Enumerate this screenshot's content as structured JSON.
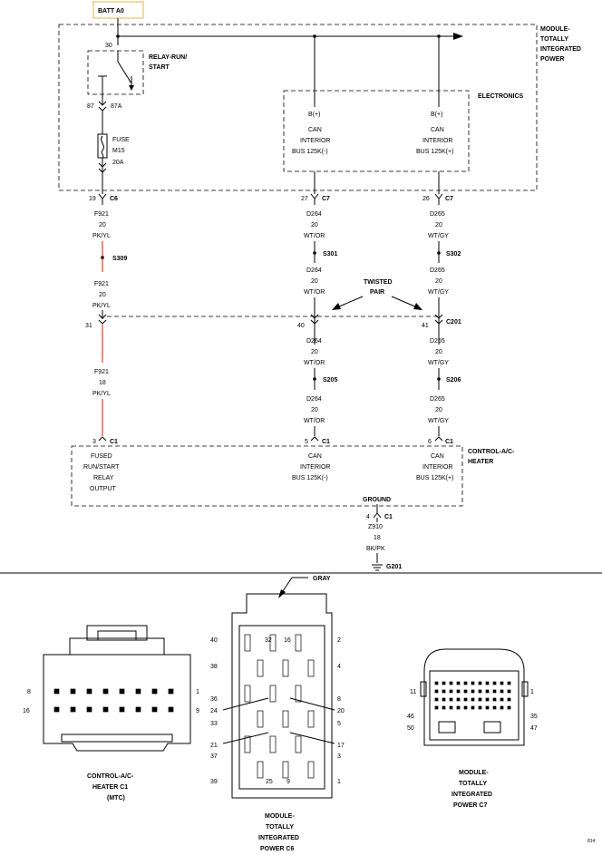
{
  "batt": "BATT A0",
  "module": {
    "title": [
      "MODULE-",
      "TOTALLY",
      "INTEGRATED",
      "POWER"
    ],
    "electronics": "ELECTRONICS",
    "relay": [
      "RELAY-RUN/",
      "START"
    ],
    "relay_pins": {
      "p30": "30",
      "p87": "87",
      "p87a": "87A"
    },
    "fuse": [
      "FUSE",
      "M15",
      "20A"
    ],
    "can_minus": [
      "B(+)",
      "CAN",
      "INTERIOR",
      "BUS 125K(-)"
    ],
    "can_plus": [
      "B(+)",
      "CAN",
      "INTERIOR",
      "BUS 125K(+)"
    ]
  },
  "left": {
    "c6_pin": "19",
    "c6": "C6",
    "wire1": [
      "F921",
      "20",
      "PK/YL"
    ],
    "splice": "S309",
    "wire2": [
      "F921",
      "20",
      "PK/YL"
    ],
    "c201_pin": "31",
    "wire3": [
      "F921",
      "18",
      "PK/YL"
    ],
    "c1_pin": "3",
    "c1": "C1"
  },
  "mid": {
    "c7_pin": "27",
    "c7": "C7",
    "wire1": [
      "D264",
      "20",
      "WT/OR"
    ],
    "splice1": "S301",
    "wire2": [
      "D264",
      "20",
      "WT/OR"
    ],
    "c201_pin": "40",
    "wire3": [
      "D264",
      "20",
      "WT/OR"
    ],
    "splice2": "S205",
    "wire4": [
      "D264",
      "20",
      "WT/OR"
    ],
    "c1_pin": "5",
    "c1": "C1"
  },
  "right": {
    "c7_pin": "26",
    "c7": "C7",
    "wire1": [
      "D265",
      "20",
      "WT/GY"
    ],
    "splice1": "S302",
    "wire2": [
      "D265",
      "20",
      "WT/GY"
    ],
    "c201_pin": "41",
    "c201": "C201",
    "wire3": [
      "D265",
      "20",
      "WT/GY"
    ],
    "splice2": "S206",
    "wire4": [
      "D265",
      "20",
      "WT/GY"
    ],
    "c1_pin": "6",
    "c1": "C1"
  },
  "twisted": [
    "TWISTED",
    "PAIR"
  ],
  "hvac": {
    "title": [
      "CONTROL-A/C-",
      "HEATER"
    ],
    "fused": [
      "FUSED",
      "RUN/START",
      "RELAY",
      "OUTPUT"
    ],
    "can_minus": [
      "CAN",
      "INTERIOR",
      "BUS 125K(-)"
    ],
    "can_plus": [
      "CAN",
      "INTERIOR",
      "BUS 125K(+)"
    ],
    "ground": "GROUND",
    "gnd_pin": "4",
    "gnd_c1": "C1",
    "gnd_wire": [
      "Z910",
      "18",
      "BK/PK"
    ],
    "g201": "G201"
  },
  "connectors": {
    "gray": "GRAY",
    "c1": {
      "pins": {
        "p8": "8",
        "p1": "1",
        "p16": "16",
        "p9": "9"
      },
      "title": [
        "CONTROL-A/C-",
        "HEATER C1",
        "(MTC)"
      ]
    },
    "c6": {
      "pins": {
        "p40": "40",
        "p32": "32",
        "p16": "16",
        "p2": "2",
        "p38": "38",
        "p4": "4",
        "p36": "36",
        "p8": "8",
        "p24": "24",
        "p20": "20",
        "p33": "33",
        "p5": "5",
        "p21": "21",
        "p17": "17",
        "p37": "37",
        "p3": "3",
        "p39": "39",
        "p25": "25",
        "p9": "9",
        "p1": "1"
      },
      "title": [
        "MODULE-",
        "TOTALLY",
        "INTEGRATED",
        "POWER C6"
      ]
    },
    "c7": {
      "pins": {
        "p11": "11",
        "p1": "1",
        "p46": "46",
        "p35": "35",
        "p50": "50",
        "p47": "47"
      },
      "title": [
        "MODULE-",
        "TOTALLY",
        "INTEGRATED",
        "POWER C7"
      ]
    }
  },
  "page_num": "814"
}
